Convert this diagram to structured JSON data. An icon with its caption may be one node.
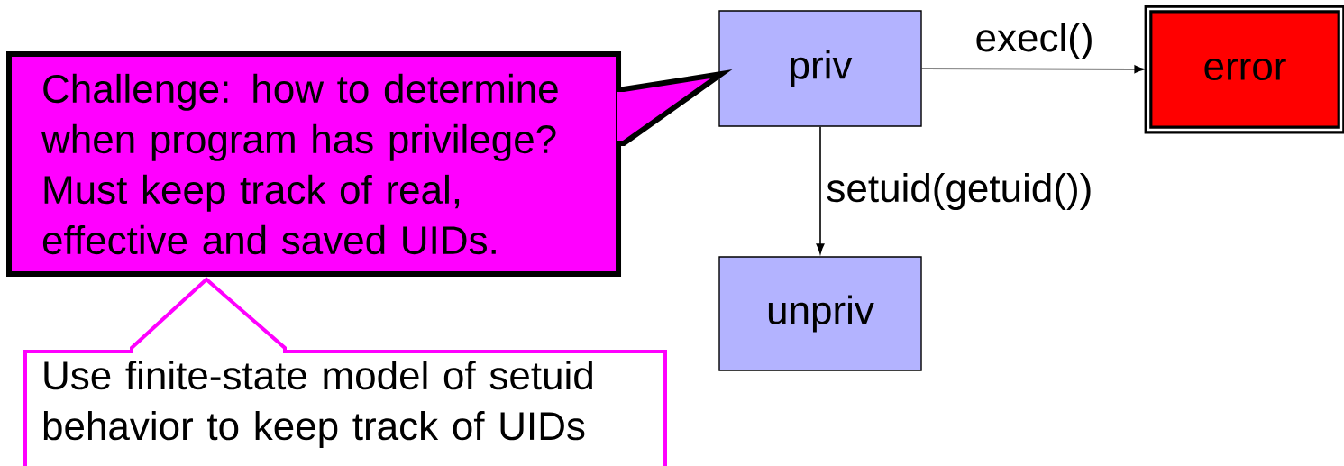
{
  "diagram": {
    "nodes": [
      {
        "text": [
          "Challenge: how to determine when program has privilege? Must keep track of real, effective and saved UIDs."
        ]
      },
      {
        "text": [
          "priv"
        ]
      },
      {
        "text": [
          "error"
        ]
      },
      {
        "text": [
          "unpriv"
        ]
      },
      {
        "text": [
          "Use finite-state model of setuid behavior to keep track of UIDs"
        ]
      }
    ],
    "edges": [
      {
        "from": 1,
        "to": 2,
        "arrow": "to",
        "label": "execl()"
      },
      {
        "from": 1,
        "to": 3,
        "arrow": "to",
        "label": "setuid(getuid())"
      },
      {
        "from": 0,
        "to": 1,
        "arrow": "to",
        "style": "thick"
      },
      {
        "from": 4,
        "to": 0,
        "arrow": "to",
        "color": "#ff00ff"
      }
    ]
  }
}
